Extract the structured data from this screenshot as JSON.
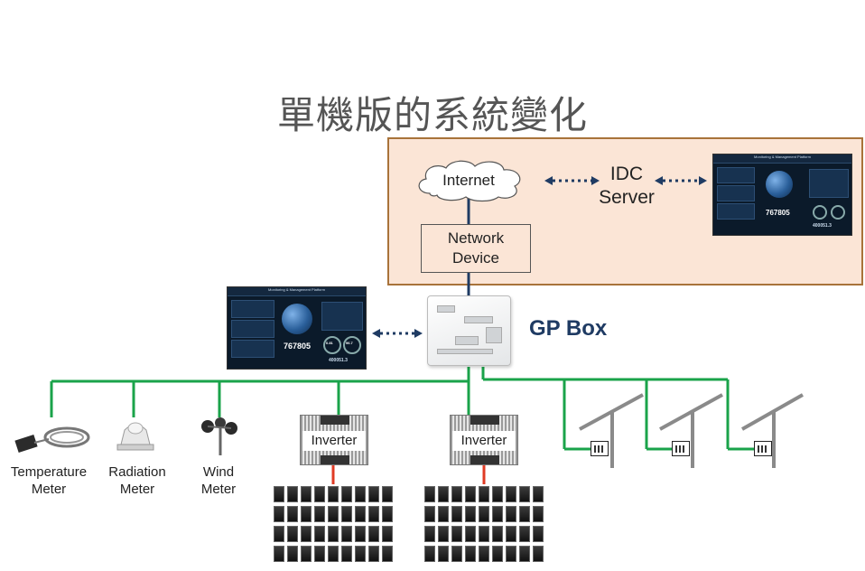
{
  "title": "單機版的系統變化",
  "cloud": {
    "internet_label": "Internet",
    "idc_label_line1": "IDC",
    "idc_label_line2": "Server",
    "network_device_line1": "Network",
    "network_device_line2": "Device"
  },
  "gp_box": {
    "label": "GP Box"
  },
  "dashboard": {
    "header": "Monitoring & Management Platform",
    "main_value": "767805",
    "small_values": [
      "0.81",
      "96.7"
    ],
    "footer_value": "400051.3"
  },
  "meters": [
    {
      "line1": "Temperature",
      "line2": "Meter"
    },
    {
      "line1": "Radiation",
      "line2": "Meter"
    },
    {
      "line1": "Wind",
      "line2": "Meter"
    }
  ],
  "inverters": [
    {
      "label": "Inverter"
    },
    {
      "label": "Inverter"
    }
  ],
  "colors": {
    "bus_line": "#1aa34a",
    "link_line": "#1f3b63",
    "dc_line": "#e03b24",
    "cloud_fill": "#fbe5d6",
    "cloud_border": "#a8733a",
    "gp_label": "#1f3b63"
  }
}
